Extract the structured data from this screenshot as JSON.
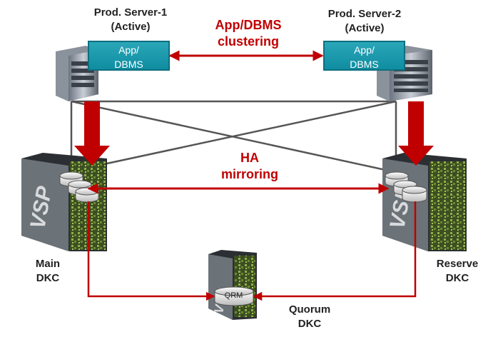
{
  "servers": [
    {
      "title": "Prod. Server-1",
      "status": "(Active)",
      "app_line1": "App/",
      "app_line2": "DBMS"
    },
    {
      "title": "Prod.  Server-2",
      "status": "(Active)",
      "app_line1": "App/",
      "app_line2": "DBMS"
    }
  ],
  "clustering": {
    "line1": "App/DBMS",
    "line2": "clustering"
  },
  "mirroring": {
    "line1": "HA",
    "line2": "mirroring"
  },
  "storage": {
    "main": {
      "line1": "Main",
      "line2": "DKC",
      "logo": "VSP"
    },
    "reserve": {
      "line1": "Reserve",
      "line2": "DKC",
      "logo": "VSP"
    },
    "quorum": {
      "line1": "Quorum",
      "line2": "DKC",
      "logo": "VSP",
      "disk_label": "QRM"
    }
  },
  "colors": {
    "accent_red": "#c00000",
    "app_box": "#1a99ad",
    "link_gray": "#555555"
  }
}
